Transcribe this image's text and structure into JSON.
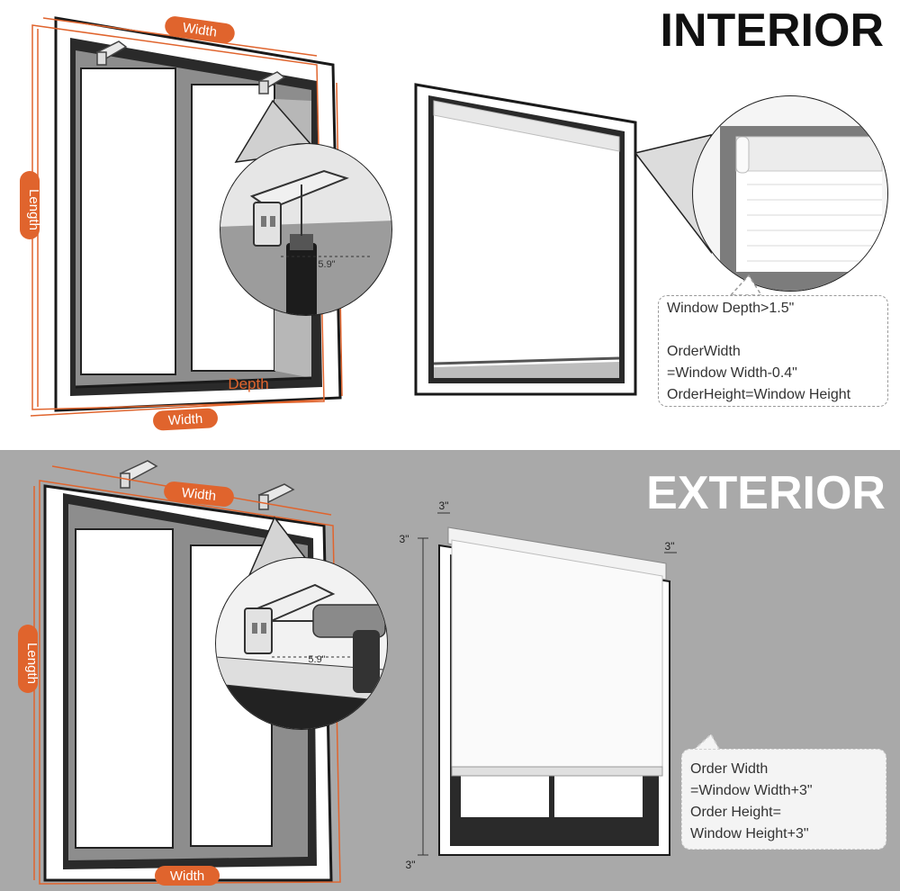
{
  "interior": {
    "title": "INTERIOR",
    "labels": {
      "width_top": "Width",
      "width_bottom": "Width",
      "length": "Length",
      "depth": "Depth",
      "distance": "5.9\""
    },
    "note": [
      "Window Depth>1.5\"",
      "",
      "OrderWidth",
      "=Window Width-0.4\"",
      "OrderHeight=Window Height"
    ]
  },
  "exterior": {
    "title": "EXTERIOR",
    "labels": {
      "width_top": "Width",
      "width_bottom": "Width",
      "length": "Length",
      "distance": "5.9\"",
      "overlap_top_left": "3\"",
      "overlap_left": "3\"",
      "overlap_right": "3\"",
      "overlap_bottom": "3\""
    },
    "note": [
      "Order Width",
      "=Window Width+3\"",
      "Order Height=",
      "Window Height+3\""
    ]
  },
  "colors": {
    "accent": "#e0642d",
    "frame": "#1a1a1a",
    "glass_gray": "#8a8a8a",
    "exterior_bg": "#a9a9a9"
  }
}
